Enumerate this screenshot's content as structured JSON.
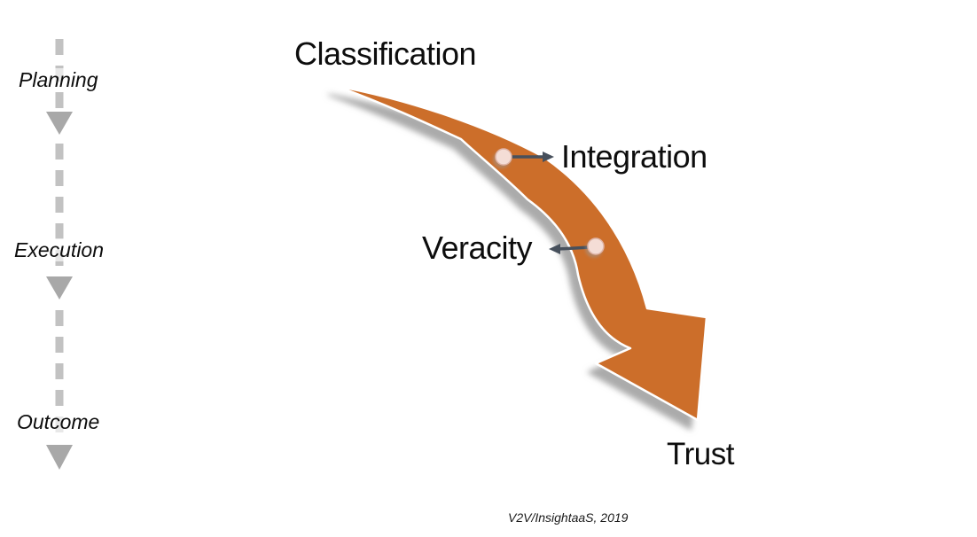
{
  "slide": {
    "title_label": "Classification",
    "end_label": "Trust",
    "milestones": [
      {
        "label": "Integration"
      },
      {
        "label": "Veracity"
      }
    ],
    "stages": [
      {
        "label": "Planning"
      },
      {
        "label": "Execution"
      },
      {
        "label": "Outcome"
      }
    ],
    "credit": "V2V/InsightaaS, 2019"
  },
  "colors": {
    "background": "#FFFFFF",
    "arrow_orange": "#CC6E2B",
    "arrow_outline": "#FFFFFF",
    "connector_gray": "#47505C",
    "dot_fill": "#F4DDD6",
    "dashed_line": "#C2C2C2",
    "arrowhead_gray": "#A8A8A8",
    "text": "#0D0D0D"
  }
}
